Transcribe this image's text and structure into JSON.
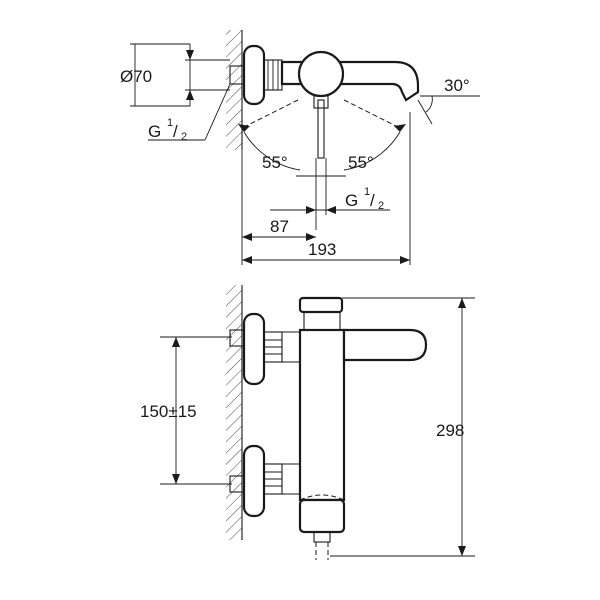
{
  "top_view": {
    "diameter": "Ø70",
    "angle_spout": "30°",
    "thread_left": "G",
    "thread_left_sup": "1",
    "thread_left_sub": "2",
    "angle_left": "55°",
    "angle_right": "55°",
    "thread_bottom": "G",
    "thread_bottom_sup": "1",
    "thread_bottom_sub": "2",
    "width_short": "87",
    "width_total": "193"
  },
  "front_view": {
    "spacing": "150±15",
    "height": "298"
  }
}
